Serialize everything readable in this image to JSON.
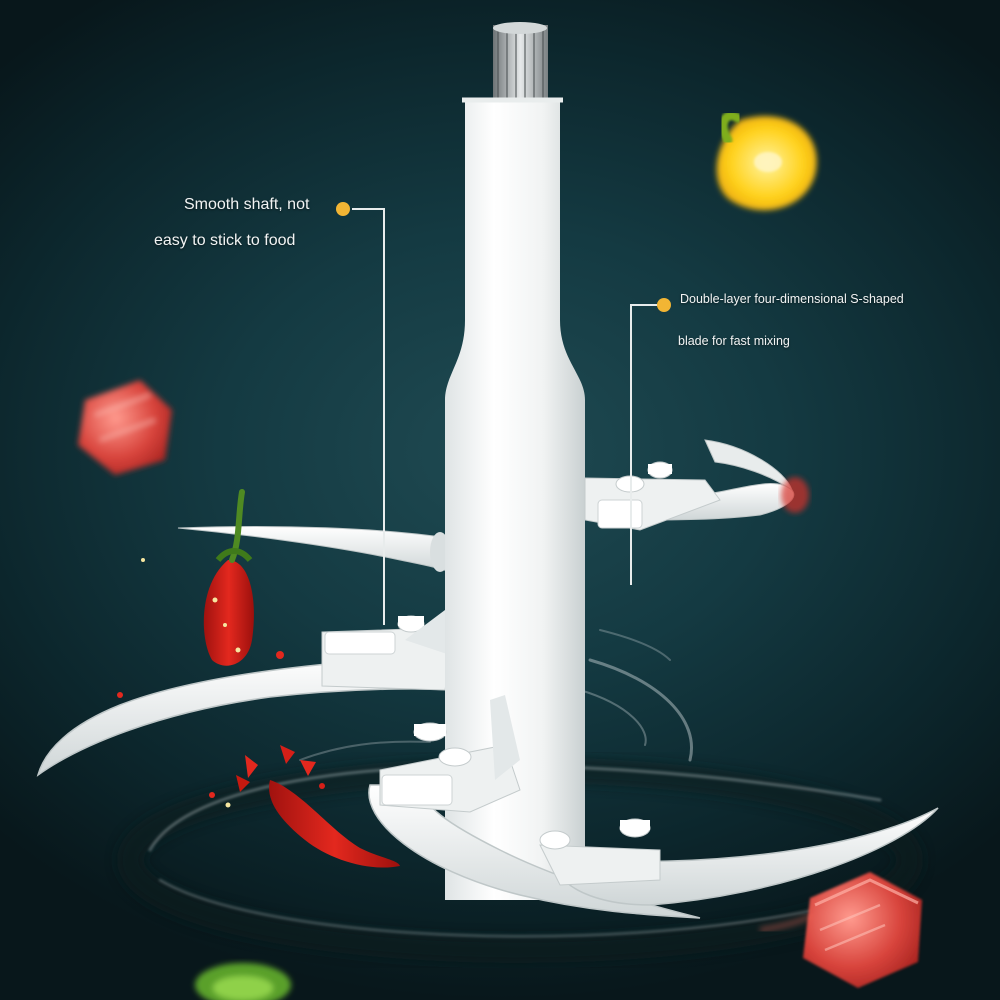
{
  "callouts": {
    "shaft": {
      "line1": "Smooth shaft, not",
      "line2": "easy to stick to food"
    },
    "blade": {
      "line1": "Double-layer four-dimensional S-shaped",
      "line2": "blade for fast mixing"
    }
  },
  "colors": {
    "accent_dot": "#f2b534",
    "background": "#143a42",
    "blade_white": "#f4f6f6"
  }
}
